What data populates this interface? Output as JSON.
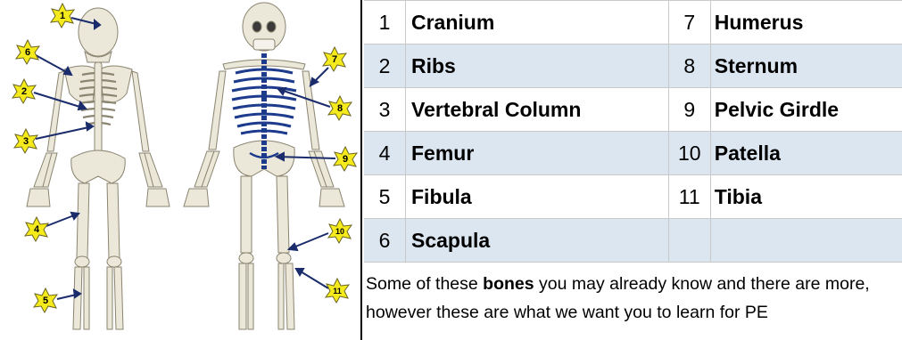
{
  "markers": [
    "1",
    "2",
    "3",
    "4",
    "5",
    "6",
    "7",
    "8",
    "9",
    "10",
    "11"
  ],
  "table": {
    "rows": [
      {
        "n1": "1",
        "b1": "Cranium",
        "n2": "7",
        "b2": "Humerus"
      },
      {
        "n1": "2",
        "b1": "Ribs",
        "n2": "8",
        "b2": "Sternum"
      },
      {
        "n1": "3",
        "b1": "Vertebral Column",
        "n2": "9",
        "b2": "Pelvic Girdle"
      },
      {
        "n1": "4",
        "b1": "Femur",
        "n2": "10",
        "b2": "Patella"
      },
      {
        "n1": "5",
        "b1": "Fibula",
        "n2": "11",
        "b2": "Tibia"
      },
      {
        "n1": "6",
        "b1": "Scapula",
        "n2": "",
        "b2": ""
      }
    ]
  },
  "note": {
    "before": "Some of these ",
    "bold": "bones",
    "after": " you may already know and there are more, however these are what we want you to learn for PE"
  },
  "colors": {
    "bone": "#ece8d9",
    "bone_outline": "#8a8470",
    "highlight": "#1d3b8c",
    "star": "#f5ea1c",
    "stripe": "#dce6f1"
  }
}
